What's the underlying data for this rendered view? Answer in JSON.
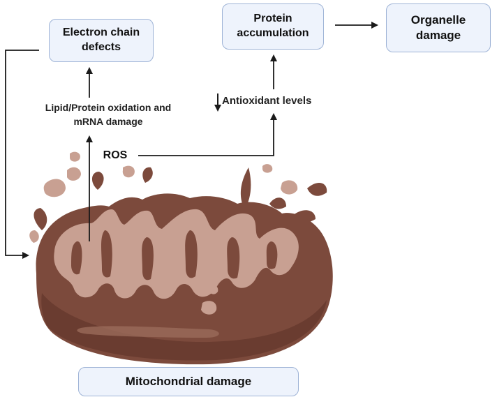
{
  "nodes": {
    "electron_chain": "Electron chain\ndefects",
    "protein_accumulation": "Protein\naccumulation",
    "organelle_damage": "Organelle\ndamage",
    "mitochondrial_damage": "Mitochondrial damage"
  },
  "labels": {
    "oxidation": "Lipid/Protein oxidation and\nmRNA damage",
    "antioxidant": "Antioxidant levels",
    "ros": "ROS"
  },
  "colors": {
    "box_fill": "#eef3fc",
    "box_border": "#9eb3d6",
    "mito_outer": "#7c4a3c",
    "mito_inner": "#c8a092",
    "arrow": "#1a1a1a"
  }
}
